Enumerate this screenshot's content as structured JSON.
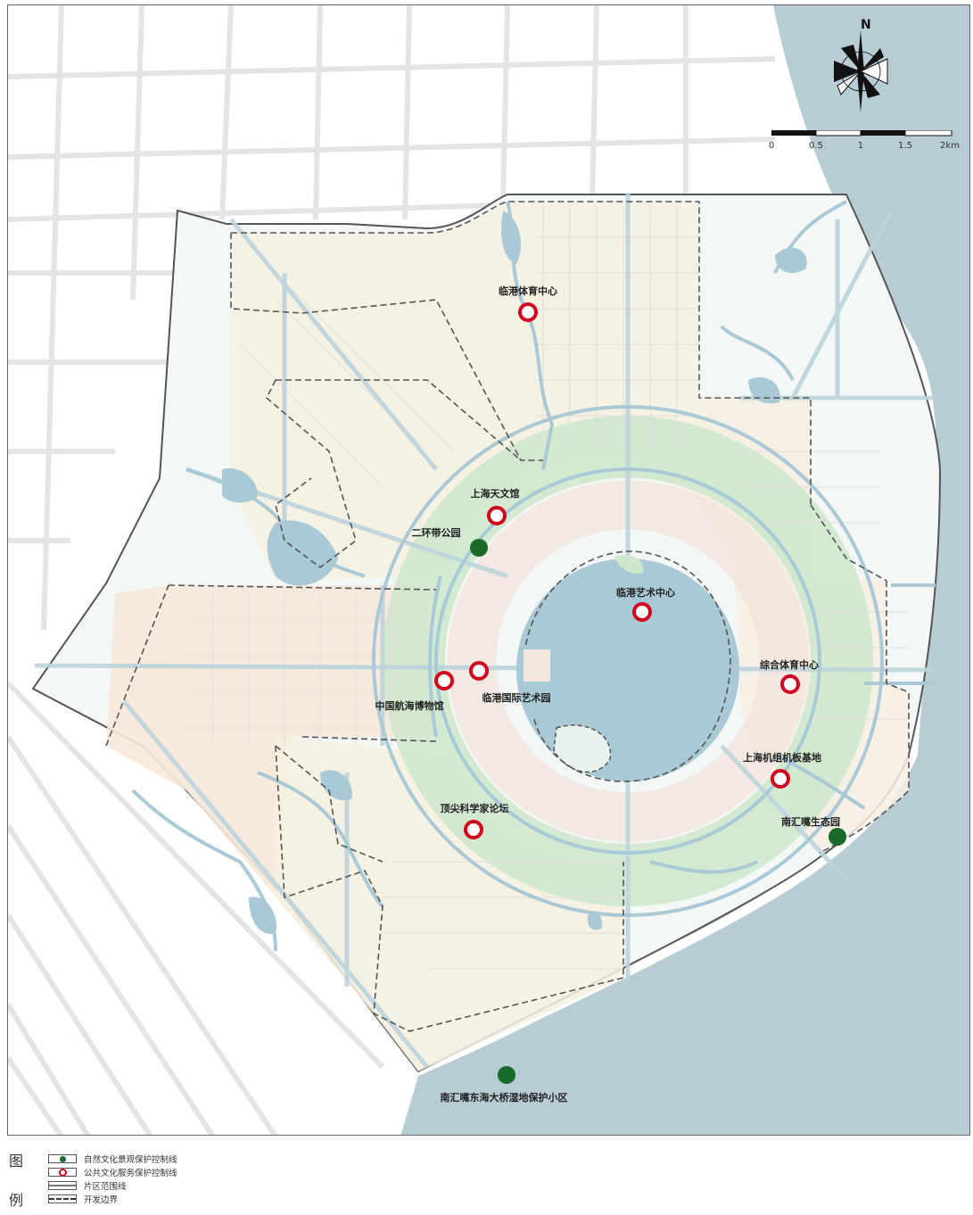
{
  "map": {
    "compass_label": "N",
    "scale_bar": {
      "ticks": [
        "0",
        "0.5",
        "1",
        "1.5",
        "2km"
      ]
    },
    "colors": {
      "water": "#a9c9d6",
      "sea": "#b8ccd6",
      "cultural_marker": "#d1001f",
      "natural_marker": "#1a6b2a",
      "residential": "#f7e8d8",
      "green_belt": "#cfe8cc"
    },
    "pois": [
      {
        "id": "lingang-sports-center",
        "type": "cultural",
        "label": "临港体育中心"
      },
      {
        "id": "shanghai-planetarium",
        "type": "cultural",
        "label": "上海天文馆"
      },
      {
        "id": "second-ring-park",
        "type": "natural",
        "label": "二环带公园"
      },
      {
        "id": "lingang-art-center",
        "type": "cultural",
        "label": "临港艺术中心"
      },
      {
        "id": "comprehensive-sports-center",
        "type": "cultural",
        "label": "综合体育中心"
      },
      {
        "id": "china-maritime-museum",
        "type": "cultural",
        "label": "中国航海博物馆"
      },
      {
        "id": "lingang-intl-art-park",
        "type": "cultural",
        "label": "临港国际艺术园"
      },
      {
        "id": "shanghai-airframe-base",
        "type": "cultural",
        "label": "上海机组机板基地"
      },
      {
        "id": "top-scientists-forum",
        "type": "cultural",
        "label": "顶尖科学家论坛"
      },
      {
        "id": "nanhuizui-eco-park",
        "type": "natural",
        "label": "南汇嘴生态园"
      },
      {
        "id": "nanhuizui-wetland-reserve",
        "type": "natural",
        "label": "南汇嘴东海大桥湿地保护小区"
      }
    ]
  },
  "legend": {
    "title_top": "图",
    "title_bottom": "例",
    "items": [
      {
        "key": "natural",
        "label": "自然文化景观保护控制线"
      },
      {
        "key": "cultural",
        "label": "公共文化服务保护控制线"
      },
      {
        "key": "zone",
        "label": "片区范围线"
      },
      {
        "key": "dev",
        "label": "开发边界"
      }
    ]
  }
}
